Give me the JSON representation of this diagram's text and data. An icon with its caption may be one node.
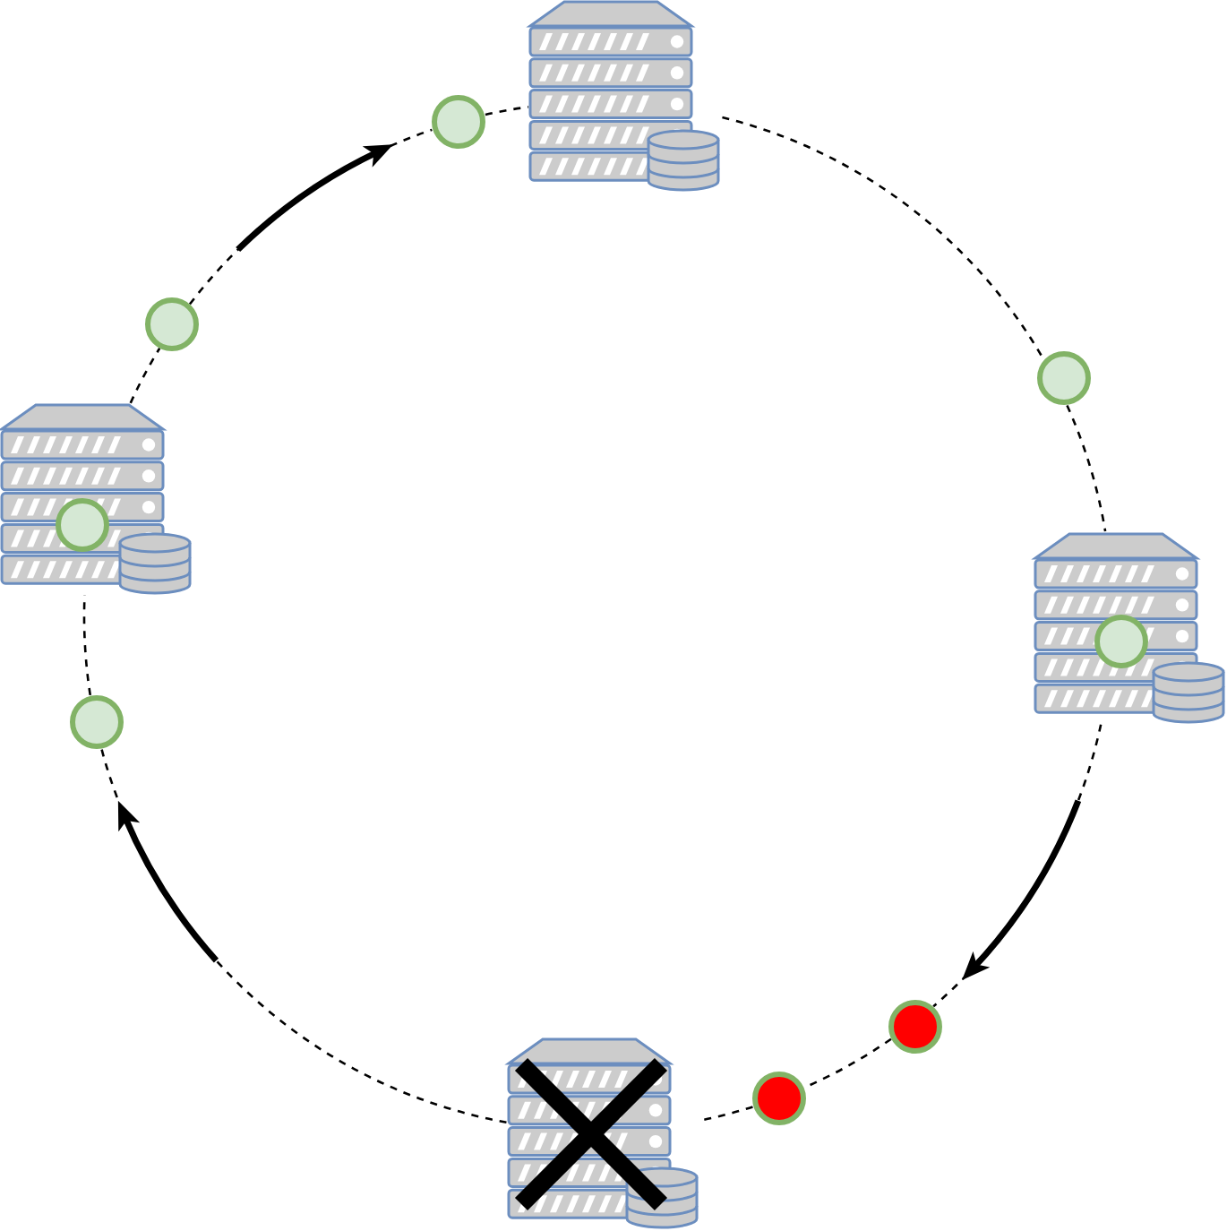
{
  "diagram": {
    "nodes": [
      {
        "text": [],
        "shape": "server"
      },
      {
        "text": [],
        "shape": "circle"
      },
      {
        "text": [],
        "shape": "circle"
      },
      {
        "text": [],
        "shape": "circle"
      },
      {
        "text": [],
        "shape": "server"
      },
      {
        "text": [],
        "shape": "circle",
        "in": 4
      },
      {
        "text": [],
        "shape": "server"
      },
      {
        "text": [],
        "shape": "circle",
        "in": 6
      },
      {
        "text": [],
        "shape": "circle"
      },
      {
        "text": [],
        "shape": "circle"
      },
      {
        "text": [],
        "shape": "server"
      },
      {
        "text": [],
        "shape": "circle"
      }
    ],
    "edges": [
      {
        "from": 0,
        "to": 3,
        "arrow": "none",
        "style": "dashed"
      },
      {
        "from": 3,
        "to": 6,
        "arrow": "none",
        "style": "dashed"
      },
      {
        "from": 6,
        "to": 9,
        "arrow": "none",
        "style": "dashed"
      },
      {
        "from": 9,
        "to": 11,
        "arrow": "none",
        "style": "dashed"
      },
      {
        "from": 11,
        "to": 10,
        "arrow": "none",
        "style": "dashed"
      },
      {
        "from": 10,
        "to": 8,
        "arrow": "none",
        "style": "dashed"
      },
      {
        "from": 8,
        "to": 4,
        "arrow": "none",
        "style": "dashed"
      },
      {
        "from": 4,
        "to": 2,
        "arrow": "none",
        "style": "dashed"
      },
      {
        "from": 2,
        "to": 1,
        "arrow": "none",
        "style": "dashed"
      },
      {
        "from": 1,
        "to": 0,
        "arrow": "none",
        "style": "dashed"
      }
    ]
  }
}
